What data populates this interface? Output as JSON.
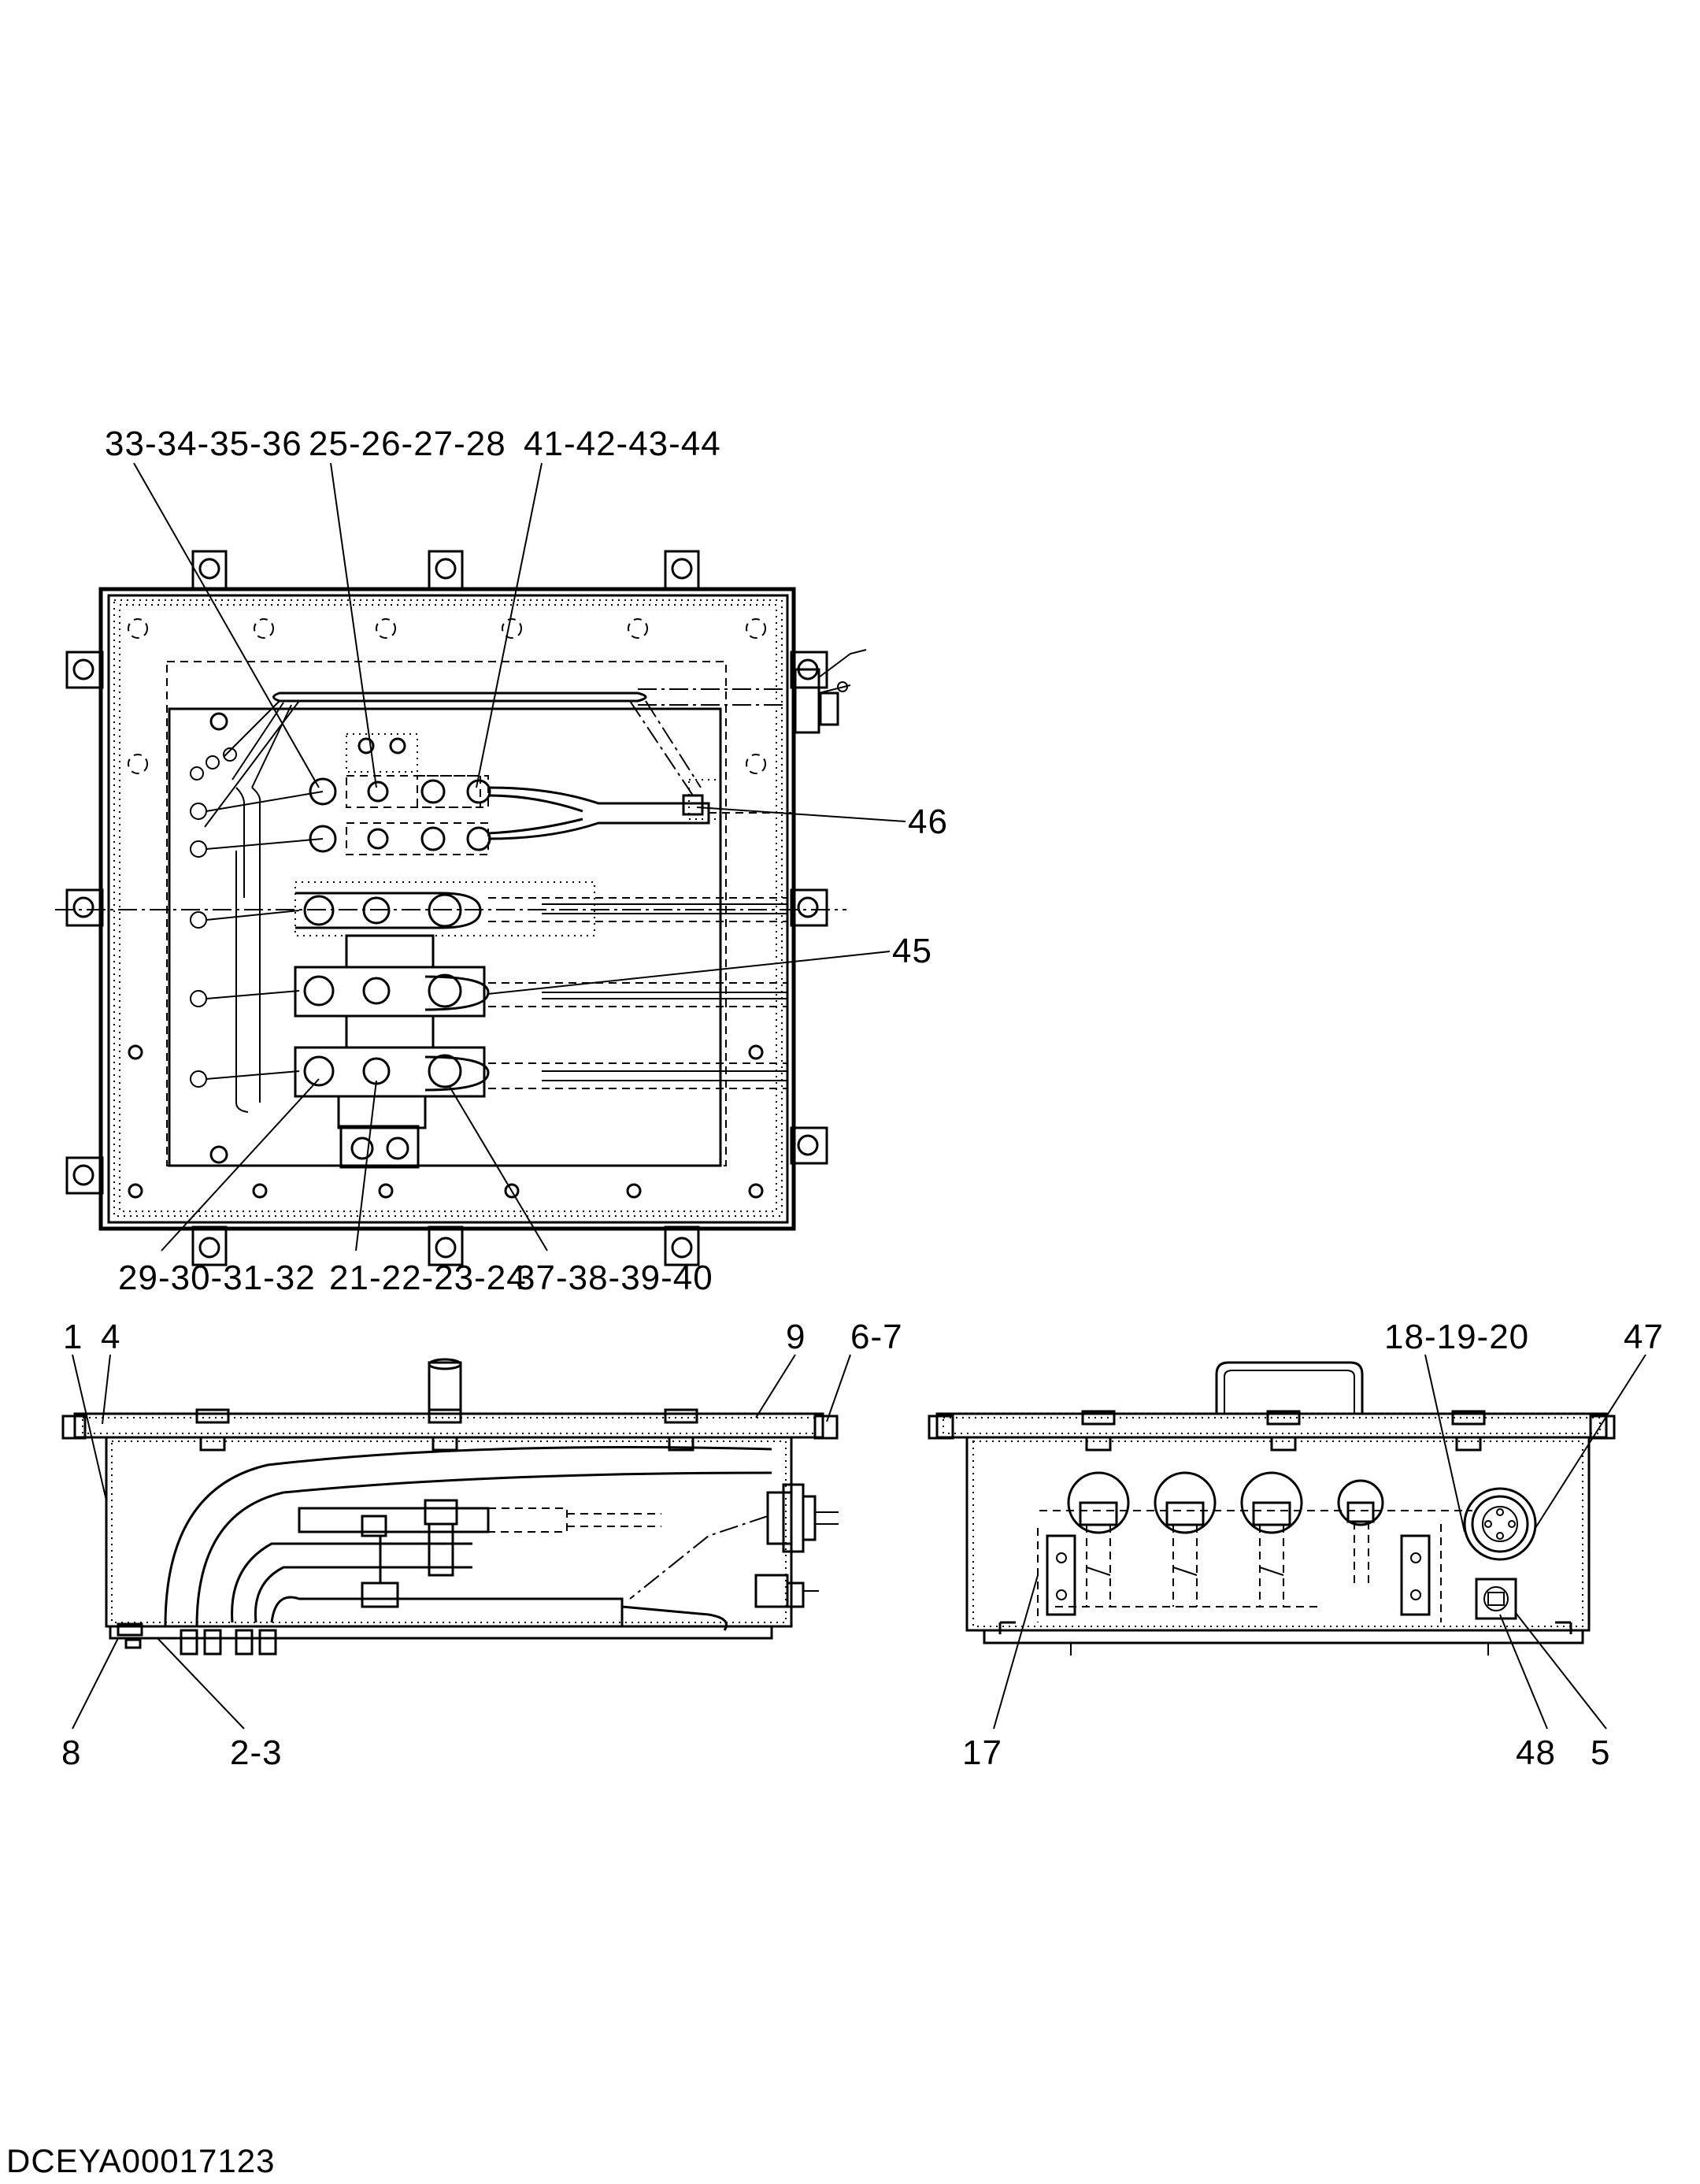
{
  "drawing_code": "DCEYA00017123",
  "callouts": {
    "top_33_36": "33-34-35-36",
    "top_25_28": "25-26-27-28",
    "top_41_44": "41-42-43-44",
    "top_46": "46",
    "top_45": "45",
    "top_29_32": "29-30-31-32",
    "top_21_24": "21-22-23-24",
    "top_37_40": "37-38-39-40",
    "side_1": "1",
    "side_4": "4",
    "side_9": "9",
    "side_6_7": "6-7",
    "side_8": "8",
    "side_2_3": "2-3",
    "front_18_20": "18-19-20",
    "front_47": "47",
    "front_17": "17",
    "front_48": "48",
    "front_5": "5"
  }
}
